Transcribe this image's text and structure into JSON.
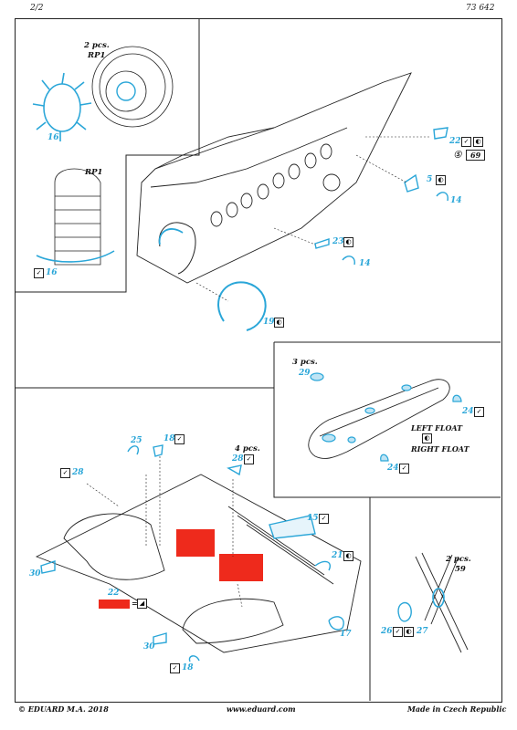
{
  "header": {
    "page": "2/2",
    "code": "73 642"
  },
  "footer": {
    "copyright": "© EDUARD  M.A. 2018",
    "url": "www.eduard.com",
    "made": "Made in Czech Republic"
  },
  "callouts": {
    "engine_qty": "2 pcs.",
    "engine_code": "RP1",
    "engine_part": "16",
    "detail_code": "RP1",
    "detail_part": "16",
    "p22": "22",
    "p69": "69",
    "p5": "5",
    "p14a": "14",
    "p23": "23",
    "p14b": "14",
    "p19": "19",
    "float_qty": "3 pcs.",
    "p29": "29",
    "p24a": "24",
    "p24b": "24",
    "left_float": "LEFT FLOAT",
    "right_float": "RIGHT FLOAT",
    "p25": "25",
    "p18a": "18",
    "p28a": "28",
    "wing_qty": "4 pcs.",
    "p28b": "28",
    "p15": "15",
    "p21": "21",
    "p22b": "22",
    "p30a": "30",
    "p30b": "30",
    "p18b": "18",
    "p17": "17",
    "strut_qty": "2 pcs.",
    "strut_code": "59",
    "p26": "26",
    "p27": "27"
  },
  "colors": {
    "etch": "#2aa6d8",
    "paint": "#ee2a1c",
    "line": "#222222"
  }
}
